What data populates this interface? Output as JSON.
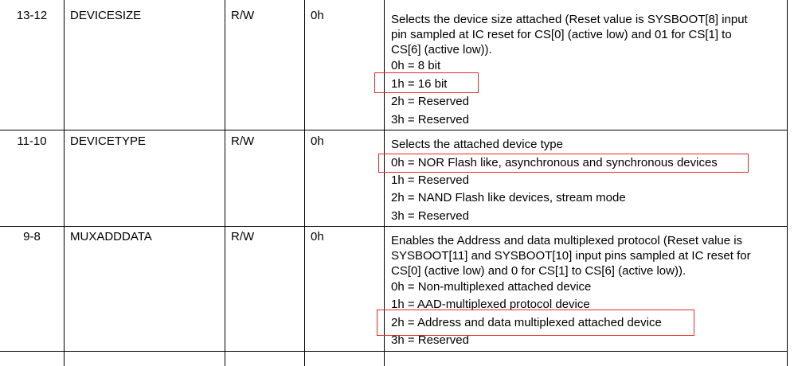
{
  "rows": [
    {
      "bits": "13-12",
      "field": "DEVICESIZE",
      "type": "R/W",
      "reset": "0h",
      "desc": [
        "Selects the device size attached (Reset value is SYSBOOT[8] input",
        "pin sampled at IC reset for CS[0] (active low) and 01 for CS[1] to",
        "CS[6] (active low)).",
        "0h = 8 bit",
        "1h = 16 bit",
        "2h = Reserved",
        "3h = Reserved"
      ]
    },
    {
      "bits": "11-10",
      "field": "DEVICETYPE",
      "type": "R/W",
      "reset": "0h",
      "desc": [
        "Selects the attached device type",
        "0h = NOR Flash like, asynchronous and synchronous devices",
        "1h = Reserved",
        "2h = NAND Flash like devices, stream mode",
        "3h = Reserved"
      ]
    },
    {
      "bits": "9-8",
      "field": "MUXADDDATA",
      "type": "R/W",
      "reset": "0h",
      "desc": [
        "Enables the Address and data multiplexed protocol (Reset value is",
        "SYSBOOT[11] and SYSBOOT[10] input pins sampled at IC reset for",
        "CS[0] (active low) and 0 for CS[1] to CS[6] (active low)).",
        "0h = Non-multiplexed attached device",
        "1h = AAD-multiplexed protocol device",
        "2h = Address and data multiplexed attached device",
        "3h = Reserved"
      ]
    }
  ],
  "highlight_color": "#e02a2a"
}
